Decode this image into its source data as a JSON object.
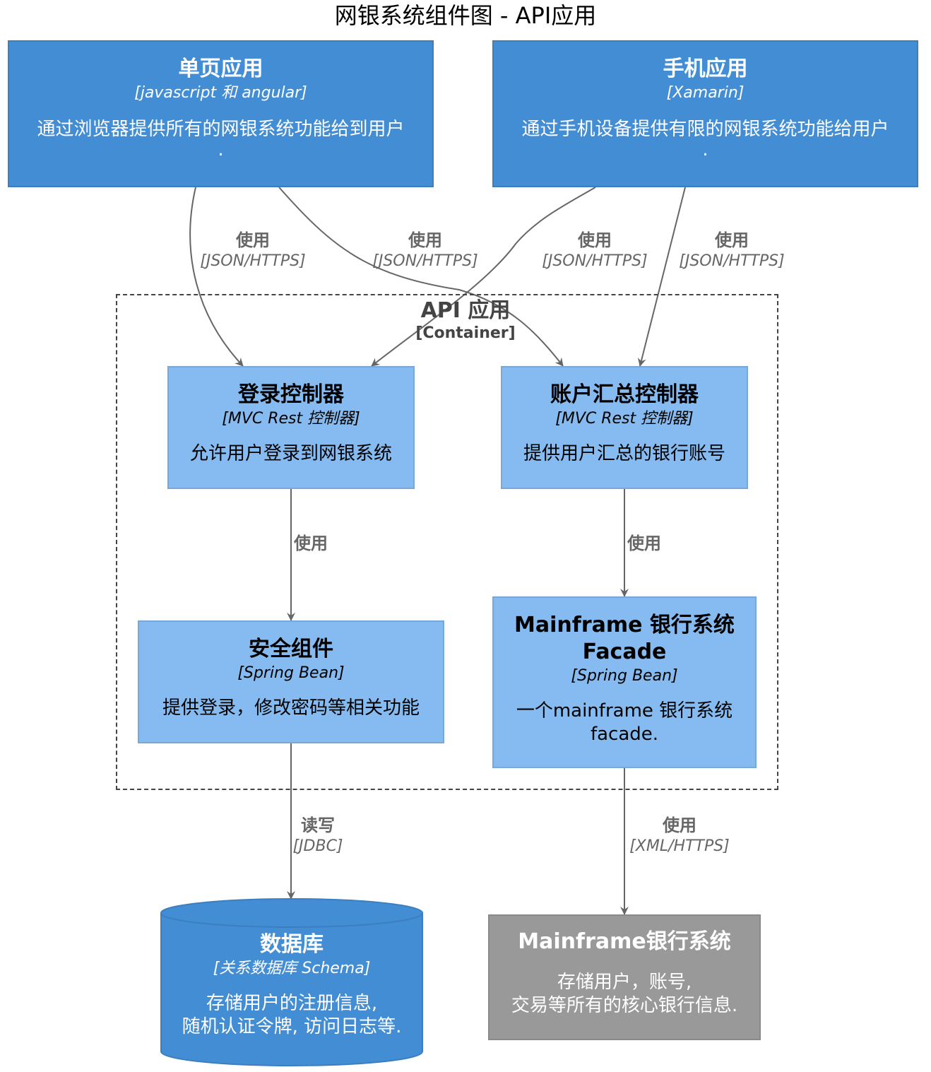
{
  "title": "网银系统组件图 - API应用",
  "boundary": {
    "name": "API 应用",
    "tech": "[Container]"
  },
  "nodes": {
    "spa": {
      "name": "单页应用",
      "tech": "[javascript 和 angular]",
      "desc1": "通过浏览器提供所有的网银系统功能给到用户",
      "desc2": "."
    },
    "mobile": {
      "name": "手机应用",
      "tech": "[Xamarin]",
      "desc1": "通过手机设备提供有限的网银系统功能给用户",
      "desc2": "."
    },
    "login": {
      "name": "登录控制器",
      "tech": "[MVC Rest 控制器]",
      "desc": "允许用户登录到网银系统"
    },
    "accounts": {
      "name": "账户汇总控制器",
      "tech": "[MVC Rest 控制器]",
      "desc": "提供用户汇总的银行账号"
    },
    "security": {
      "name": "安全组件",
      "tech": "[Spring Bean]",
      "desc": "提供登录，修改密码等相关功能"
    },
    "facade": {
      "name1": "Mainframe 银行系统",
      "name2": "Facade",
      "tech": "[Spring Bean]",
      "desc1": "一个mainframe 银行系统",
      "desc2": "facade."
    },
    "database": {
      "name": "数据库",
      "tech": "[关系数据库 Schema]",
      "desc1": "存储用户的注册信息,",
      "desc2": "随机认证令牌, 访问日志等."
    },
    "mainframe": {
      "name": "Mainframe银行系统",
      "desc1": "存储用户，账号,",
      "desc2": "交易等所有的核心银行信息."
    }
  },
  "relations": {
    "spa_login": {
      "label": "使用",
      "tech": "[JSON/HTTPS]"
    },
    "spa_accounts": {
      "label": "使用",
      "tech": "[JSON/HTTPS]"
    },
    "mobile_login": {
      "label": "使用",
      "tech": "[JSON/HTTPS]"
    },
    "mobile_accounts": {
      "label": "使用",
      "tech": "[JSON/HTTPS]"
    },
    "login_security": {
      "label": "使用"
    },
    "accounts_facade": {
      "label": "使用"
    },
    "security_db": {
      "label": "读写",
      "tech": "[JDBC]"
    },
    "facade_mainframe": {
      "label": "使用",
      "tech": "[XML/HTTPS]"
    }
  },
  "colors": {
    "external": "#438DD5",
    "component": "#85BBF0",
    "system": "#999999",
    "arrow": "#666666"
  }
}
